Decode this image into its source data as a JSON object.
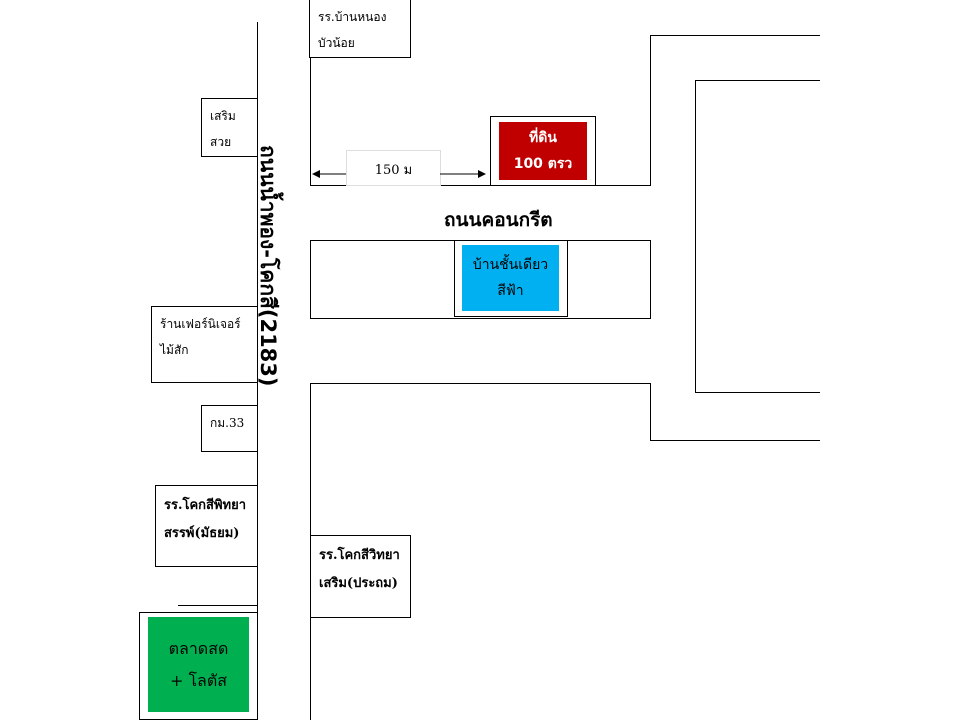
{
  "roads": {
    "main": "ถนนน้ำพอง-โคกสี(2183)",
    "concrete": "ถนนคอนกรีต"
  },
  "distance": "150 ม",
  "landmarks": {
    "school_top": [
      "รร.บ้านหนอง",
      "บัวน้อย"
    ],
    "salon": [
      "เสริม",
      "สวย"
    ],
    "furniture": [
      "ร้านเฟอร์นิเจอร์",
      "ไม้สัก"
    ],
    "km": "กม.33",
    "school_secondary": [
      "รร.โคกสีพิทยา",
      "สรรพ์(มัธยม)"
    ],
    "school_primary": [
      "รร.โคกสีวิทยา",
      "เสริม(ประถม)"
    ],
    "market": [
      "ตลาดสด",
      "+ โลตัส"
    ]
  },
  "land": {
    "title": "ที่ดิน",
    "size": "100 ตรว",
    "color": "#c00000"
  },
  "house": {
    "lines": [
      "บ้านชั้นเดียว",
      "สีฟ้า"
    ],
    "color": "#00b0f0"
  },
  "market_color": "#00b050"
}
